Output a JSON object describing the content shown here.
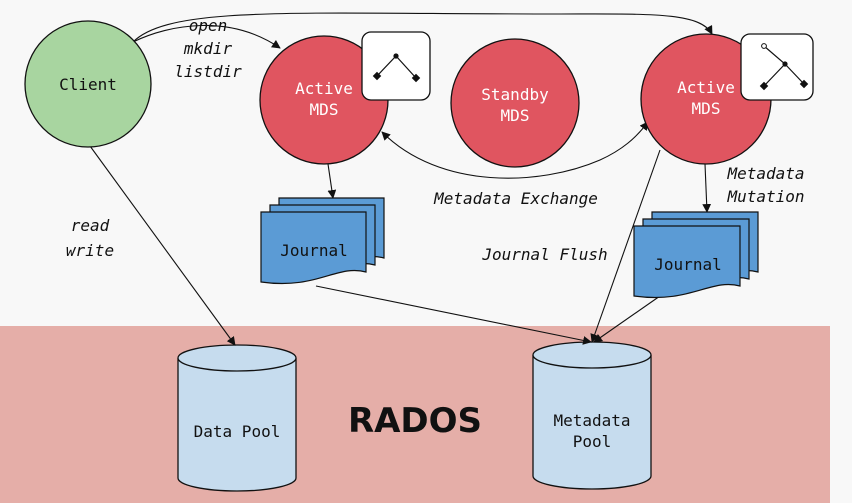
{
  "client": {
    "label": "Client"
  },
  "mds_left": {
    "line1": "Active",
    "line2": "MDS"
  },
  "mds_standby": {
    "line1": "Standby",
    "line2": "MDS"
  },
  "mds_right": {
    "line1": "Active",
    "line2": "MDS"
  },
  "journal_left": {
    "label": "Journal"
  },
  "journal_right": {
    "label": "Journal"
  },
  "rados": {
    "label": "RADOS"
  },
  "data_pool": {
    "label": "Data Pool"
  },
  "metadata_pool": {
    "line1": "Metadata",
    "line2": "Pool"
  },
  "edges": {
    "client_ops": [
      "open",
      "mkdir",
      "listdir"
    ],
    "read_write": [
      "read",
      "write"
    ],
    "metadata_exchange": "Metadata Exchange",
    "metadata_mutation": [
      "Metadata",
      "Mutation"
    ],
    "journal_flush": "Journal Flush"
  },
  "colors": {
    "background": "#f8f8f8",
    "client_fill": "#a8d5a0",
    "mds_fill": "#e05560",
    "journal_fill": "#5b9bd5",
    "rados_band": "#e5aea8",
    "pool_fill": "#c6dcee"
  }
}
